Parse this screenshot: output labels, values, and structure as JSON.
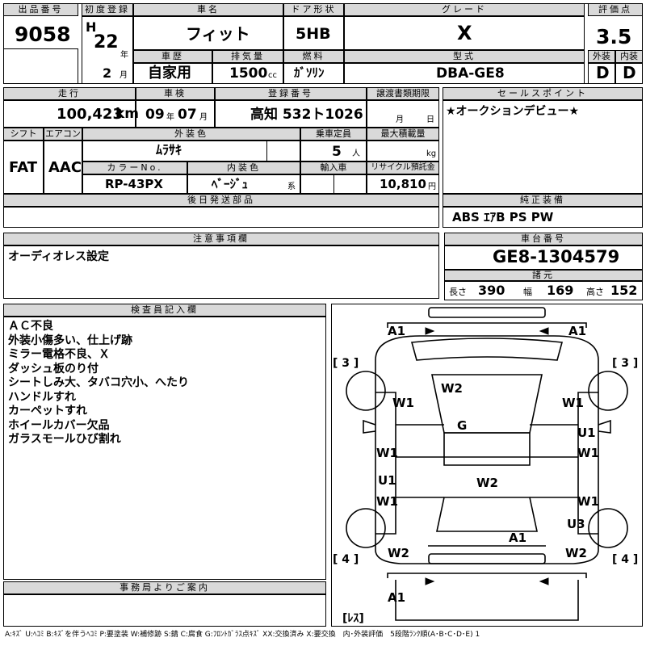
{
  "header": {
    "lot_no_label": "出品番号",
    "lot_no": "9058",
    "first_reg_label": "初度登録",
    "era": "H",
    "year": "22",
    "year_unit": "年",
    "month": "2",
    "month_unit": "月",
    "car_name_label": "車名",
    "car_name": "フィット",
    "door_label": "ドア形状",
    "door": "5HB",
    "grade_label": "グレード",
    "grade": "X",
    "score_label": "評価点",
    "score": "3.5",
    "exterior_label": "外装",
    "exterior": "D",
    "interior_label": "内装",
    "interior": "D",
    "history_label": "車歴",
    "history": "自家用",
    "displacement_label": "排気量",
    "displacement": "1500",
    "displacement_unit": "cc",
    "fuel_label": "燃料",
    "fuel": "ｶﾞｿﾘﾝ",
    "model_label": "型式",
    "model": "DBA-GE8"
  },
  "row2": {
    "mileage_label": "走行",
    "mileage": "100,423",
    "mileage_unit": "km",
    "inspection_label": "車検",
    "insp_year": "09",
    "insp_year_unit": "年",
    "insp_month": "07",
    "insp_month_unit": "月",
    "reg_no_label": "登録番号",
    "reg_no": "高知 532ト1026",
    "transfer_label": "譲渡書類期限",
    "transfer_month_unit": "月",
    "transfer_day_unit": "日",
    "sales_label": "セールスポイント",
    "sales_text": "★オークションデビュー★"
  },
  "row3": {
    "shift_label": "シフト",
    "shift": "FAT",
    "ac_label": "エアコン",
    "ac": "AAC",
    "ext_color_label": "外装色",
    "ext_color": "ﾑﾗｻｷ",
    "capacity_label": "乗車定員",
    "capacity": "5",
    "capacity_unit": "人",
    "max_load_label": "最大積載量",
    "max_load_unit": "kg",
    "color_no_label": "カラーNo.",
    "color_no": "RP-43PX",
    "int_color_label": "内装色",
    "int_color": "ﾍﾞｰｼﾞｭ",
    "int_color_unit": "系",
    "import_label": "輸入車",
    "recycle_label": "リサイクル預託金",
    "recycle": "10,810",
    "recycle_unit": "円"
  },
  "later_parts_label": "後日発送部品",
  "equipment_label": "純正装備",
  "equipment": "ABS ｴｱB PS PW",
  "notes_label": "注意事項欄",
  "notes": "オーディオレス設定",
  "chassis_label": "車台番号",
  "chassis": "GE8-1304579",
  "specs_label": "諸元",
  "specs": {
    "length_label": "長さ",
    "length": "390",
    "width_label": "幅",
    "width": "169",
    "height_label": "高さ",
    "height": "152"
  },
  "inspector_label": "検査員記入欄",
  "inspector_notes": [
    "ＡＣ不良",
    "外装小傷多い、仕上げ跡",
    "ミラー電格不良、Ｘ",
    "ダッシュ板のり付",
    "シートしみ大、タバコ穴小、へたり",
    "ハンドルすれ",
    "カーペットすれ",
    "ホイールカバー欠品",
    "ガラスモールひび割れ"
  ],
  "office_label": "事務局よりご案内",
  "diagram": {
    "labels": [
      "A1",
      "A1",
      "W2",
      "W1",
      "W1",
      "G",
      "W1",
      "U1",
      "W1",
      "U1",
      "W2",
      "W1",
      "W1",
      "U3",
      "A1",
      "W2",
      "W2",
      "A1"
    ],
    "tread": [
      "[ 3 ]",
      "[ 3 ]",
      "[ 4 ]",
      "[ 4 ]"
    ],
    "spare": "[ﾚｽ]"
  },
  "legend": "A:ｷｽﾞ U:ﾍｺﾐ B:ｷｽﾞを伴うﾍｺﾐ P:要塗装 W:補修跡 S:錆 C:腐食 G:ﾌﾛﾝﾄｶﾞﾗｽ点ｷｽﾞ XX:交換済み X:要交換　内･外装評価　5段階ﾗﾝｸ順(A･B･C･D･E) 1"
}
